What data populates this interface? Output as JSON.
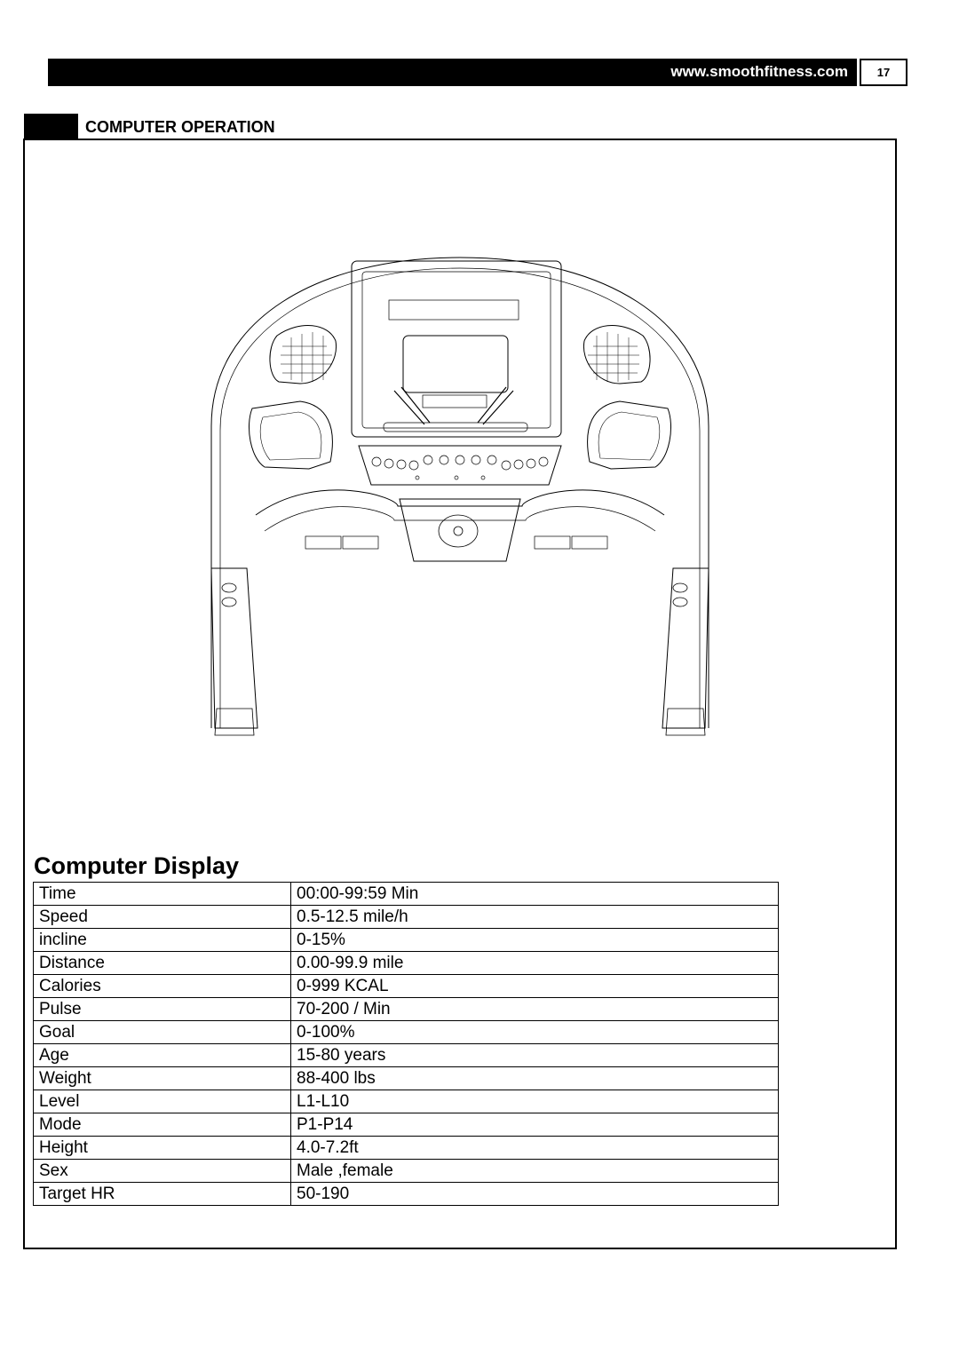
{
  "header": {
    "url": "www.smoothfitness.com",
    "page_number": "17"
  },
  "section": {
    "title": "COMPUTER OPERATION"
  },
  "display": {
    "title": "Computer Display",
    "rows": [
      {
        "label": "Time",
        "value": "00:00-99:59 Min"
      },
      {
        "label": "Speed",
        "value": "0.5-12.5 mile/h"
      },
      {
        "label": "incline",
        "value": "0-15%"
      },
      {
        "label": "Distance",
        "value": "0.00-99.9 mile"
      },
      {
        "label": "Calories",
        "value": "0-999 KCAL"
      },
      {
        "label": "Pulse",
        "value": "70-200 / Min"
      },
      {
        "label": "Goal",
        "value": "0-100%"
      },
      {
        "label": "Age",
        "value": "15-80 years"
      },
      {
        "label": "Weight",
        "value": "88-400 lbs"
      },
      {
        "label": "Level",
        "value": "L1-L10"
      },
      {
        "label": "Mode",
        "value": "P1-P14"
      },
      {
        "label": "Height",
        "value": "4.0-7.2ft"
      },
      {
        "label": "Sex",
        "value": "Male ,female"
      },
      {
        "label": "Target  HR",
        "value": "50-190"
      }
    ]
  }
}
